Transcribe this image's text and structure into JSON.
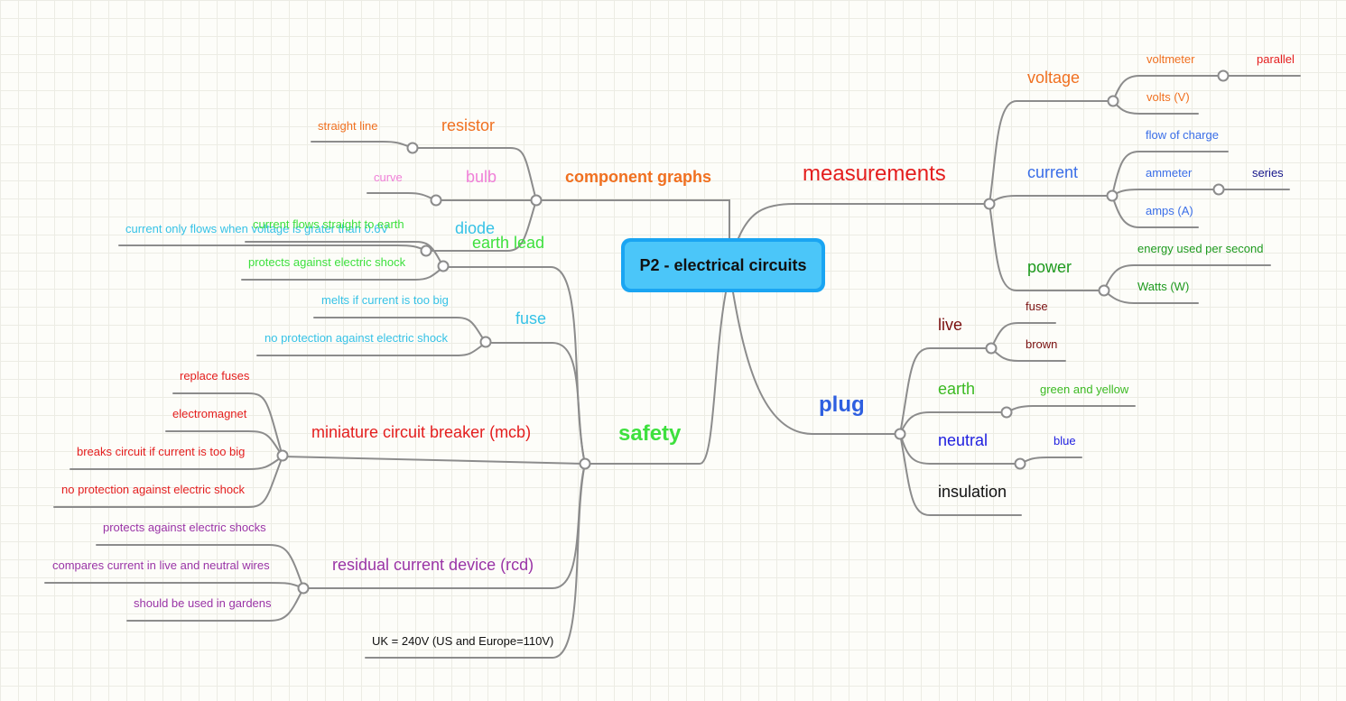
{
  "map": {
    "central": "P2 - electrical circuits",
    "branches": {
      "measurements": {
        "label": "measurements",
        "voltage": {
          "label": "voltage",
          "voltmeter": "voltmeter",
          "parallel": "parallel",
          "volts": "volts (V)"
        },
        "current": {
          "label": "current",
          "flow": "flow of charge",
          "ammeter": "ammeter",
          "series": "series",
          "amps": "amps (A)"
        },
        "power": {
          "label": "power",
          "energy": "energy used per second",
          "watts": "Watts (W)"
        }
      },
      "plug": {
        "label": "plug",
        "live": {
          "label": "live",
          "fuse": "fuse",
          "brown": "brown"
        },
        "earth": {
          "label": "earth",
          "color": "green and yellow"
        },
        "neutral": {
          "label": "neutral",
          "color": "blue"
        },
        "insulation": "insulation"
      },
      "component_graphs": {
        "label": "component graphs",
        "resistor": {
          "label": "resistor",
          "graph": "straight line"
        },
        "bulb": {
          "label": "bulb",
          "graph": "curve"
        },
        "diode": {
          "label": "diode",
          "note": "current only flows when voltage is grater than 0.6V"
        }
      },
      "safety": {
        "label": "safety",
        "earth_lead": {
          "label": "earth lead",
          "n1": "current flows straight to earth",
          "n2": "protects against electric shock"
        },
        "fuse": {
          "label": "fuse",
          "n1": "melts if current is too big",
          "n2": "no protection against electric shock"
        },
        "mcb": {
          "label": "miniature circuit breaker (mcb)",
          "n1": "replace fuses",
          "n2": "electromagnet",
          "n3": "breaks circuit if current is too big",
          "n4": "no protection against electric shock"
        },
        "rcd": {
          "label": "residual current device (rcd)",
          "n1": "protects against electric shocks",
          "n2": "compares current in live and neutral wires",
          "n3": "should be used in gardens"
        },
        "uk": "UK = 240V (US and Europe=110V)"
      }
    }
  },
  "colors": {
    "measurements": "#e41e1e",
    "voltage": "#f07020",
    "current": "#3a6ee8",
    "power": "#1e9a1e",
    "plug": "#2e5fe0",
    "live": "#7a1010",
    "earth": "#3cba22",
    "neutral": "#2020e0",
    "component_graphs": "#f07020",
    "bulb": "#f080d8",
    "diode": "#36c2e6",
    "safety": "#3ee03e",
    "mcb": "#e41e1e",
    "rcd": "#9a34a6",
    "line": "#8c8c8c",
    "central_border": "#1aa5f2",
    "central_fill": "#4bc6f9"
  }
}
